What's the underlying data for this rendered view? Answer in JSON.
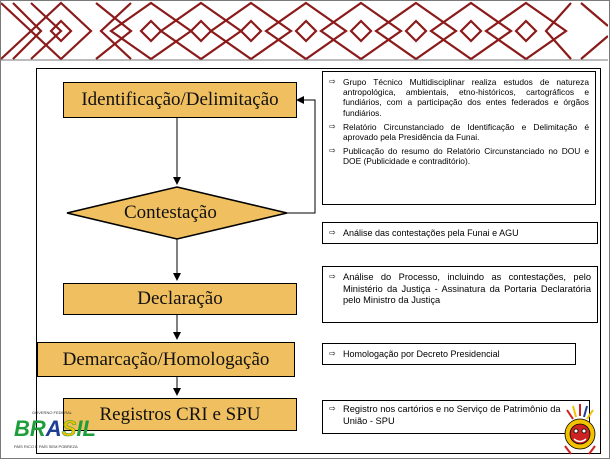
{
  "colors": {
    "box_fill": "#f0c060",
    "banner_pattern": "#8b1a1a",
    "brasil_green": "#1e9e3a",
    "brasil_yellow": "#f2c200",
    "brasil_blue": "#1c3f94"
  },
  "flow": {
    "identificacao": "Identificação/Delimitação",
    "contestacao": "Contestação",
    "declaracao": "Declaração",
    "demarcacao": "Demarcação/Homologação",
    "registros": "Registros CRI e SPU"
  },
  "notes": {
    "identificacao": [
      "Grupo Técnico Multidisciplinar realiza estudos de natureza antropológica, ambientais, etno-históricos, cartográficos e fundiários, com a participação dos entes federados e órgãos fundiários.",
      "Relatório Circunstanciado de Identificação e Delimitação é aprovado pela Presidência da Funai.",
      "Publicação do resumo do Relatório Circunstanciado no DOU e DOE (Publicidade e contraditório)."
    ],
    "contestacao": "Análise das contestações pela Funai e AGU",
    "declaracao": "Análise do Processo, incluindo as contestações, pelo Ministério da Justiça - Assinatura da Portaria Declaratória pelo Ministro da Justiça",
    "demarcacao": "Homologação por Decreto Presidencial",
    "registros": "Registro nos cartórios e no Serviço de Patrimônio da União - SPU"
  },
  "logo": {
    "word": "BRASIL",
    "top_text": "GOVERNO FEDERAL",
    "tagline": "PAÍS RICO É PAÍS SEM POBREZA"
  },
  "arrow_glyph": "⇨"
}
